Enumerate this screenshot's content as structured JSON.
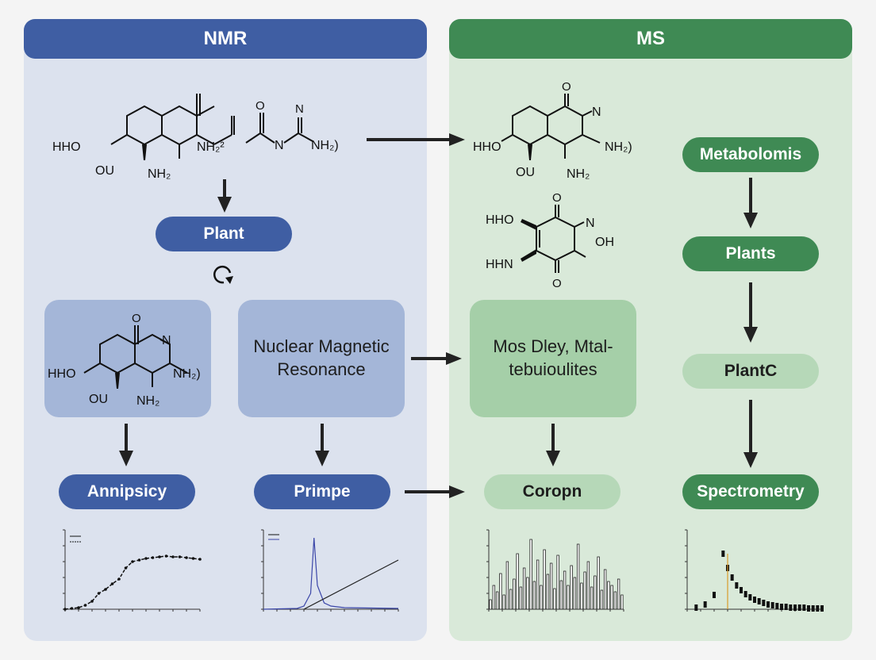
{
  "panels": {
    "nmr": {
      "title": "NMR"
    },
    "ms": {
      "title": "MS"
    }
  },
  "nmr": {
    "plant_label": "Plant",
    "box_label": "Nuclear Magnetic Resonance",
    "left_label": "Annipsicy",
    "right_label": "Primpe",
    "mol_left_labels": [
      "HHO",
      "OU",
      "NH₂",
      "NH₂²"
    ],
    "mol_urea_labels": [
      "N",
      "NH₂)"
    ],
    "mol_box_labels": [
      "N",
      "HHO",
      "OU",
      "NH₂",
      "NH₂)"
    ],
    "cycle_icon": "cycle-icon"
  },
  "ms": {
    "box_label": "Mos Dley, Mtal- tebuioulites",
    "corpn_label": "Coropn",
    "side_labels": [
      "Metabolomis",
      "Plants",
      "PlantC",
      "Spectrometry"
    ],
    "mol_top_labels": [
      "N",
      "HHO",
      "OU",
      "NH₂",
      "NH₂)"
    ],
    "mol_quinone_labels": [
      "HHO",
      "HHN",
      "N",
      "OH"
    ]
  },
  "colors": {
    "nmr_accent": "#3f5ea3",
    "ms_accent": "#3f8a54",
    "nmr_panel": "#dce2ee",
    "ms_panel": "#d9e9d9"
  },
  "chart_data": [
    {
      "type": "line",
      "legend": [
        "",
        ""
      ],
      "x": [
        0,
        1,
        2,
        3,
        4,
        5,
        6,
        7,
        8,
        9,
        10,
        11,
        12,
        13,
        14,
        15,
        16,
        17,
        18,
        19,
        20
      ],
      "series": [
        {
          "values": [
            0,
            1,
            2,
            5,
            10,
            20,
            25,
            32,
            38,
            52,
            60,
            62,
            64,
            65,
            66,
            67,
            66,
            66,
            65,
            64,
            63
          ]
        }
      ],
      "xlim": [
        0,
        20
      ],
      "ylim": [
        0,
        100
      ]
    },
    {
      "type": "line",
      "series": [
        {
          "values": [
            [
              0,
              0
            ],
            [
              5,
              1
            ],
            [
              6,
              4
            ],
            [
              7,
              20
            ],
            [
              7.5,
              90
            ],
            [
              8,
              30
            ],
            [
              9,
              8
            ],
            [
              10,
              4
            ],
            [
              12,
              2
            ],
            [
              20,
              1
            ]
          ]
        },
        {
          "values": [
            [
              6,
              0
            ],
            [
              20,
              62
            ]
          ]
        }
      ],
      "xlim": [
        0,
        20
      ],
      "ylim": [
        0,
        100
      ]
    },
    {
      "type": "bar",
      "values": [
        12,
        30,
        22,
        45,
        18,
        60,
        25,
        38,
        70,
        28,
        52,
        40,
        88,
        35,
        62,
        30,
        75,
        44,
        58,
        26,
        68,
        36,
        48,
        30,
        55,
        40,
        82,
        33,
        47,
        60,
        28,
        42,
        66,
        24,
        50,
        35,
        30,
        22,
        38,
        18
      ],
      "ylim": [
        0,
        100
      ]
    },
    {
      "type": "scatter",
      "values": [
        [
          2,
          2
        ],
        [
          4,
          6
        ],
        [
          6,
          18
        ],
        [
          8,
          70
        ],
        [
          9,
          52
        ],
        [
          10,
          40
        ],
        [
          11,
          30
        ],
        [
          12,
          24
        ],
        [
          13,
          19
        ],
        [
          14,
          15
        ],
        [
          15,
          12
        ],
        [
          16,
          10
        ],
        [
          17,
          8
        ],
        [
          18,
          6
        ],
        [
          19,
          5
        ],
        [
          20,
          4
        ],
        [
          21,
          3
        ],
        [
          22,
          3
        ],
        [
          23,
          2
        ],
        [
          24,
          2
        ],
        [
          25,
          2
        ],
        [
          26,
          2
        ],
        [
          27,
          1
        ],
        [
          28,
          1
        ],
        [
          29,
          1
        ],
        [
          30,
          1
        ]
      ],
      "xlim": [
        0,
        30
      ],
      "ylim": [
        0,
        100
      ]
    }
  ]
}
